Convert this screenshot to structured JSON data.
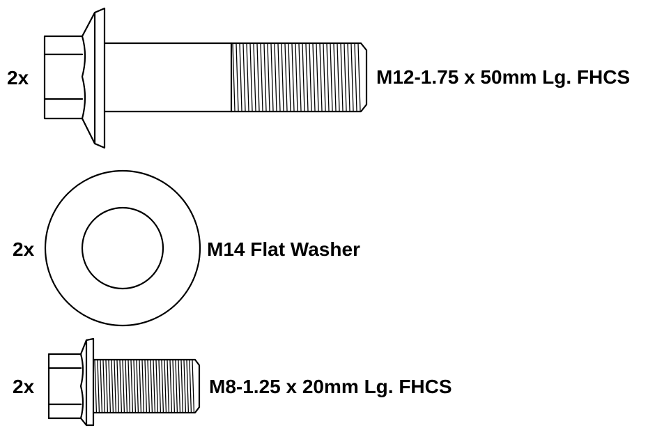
{
  "parts": [
    {
      "quantity": "2x",
      "label": "M12-1.75 x 50mm Lg. FHCS",
      "icon": "flange-bolt-icon"
    },
    {
      "quantity": "2x",
      "label": "M14 Flat Washer",
      "icon": "flat-washer-icon"
    },
    {
      "quantity": "2x",
      "label": "M8-1.25 x 20mm Lg. FHCS",
      "icon": "flange-bolt-icon"
    }
  ]
}
